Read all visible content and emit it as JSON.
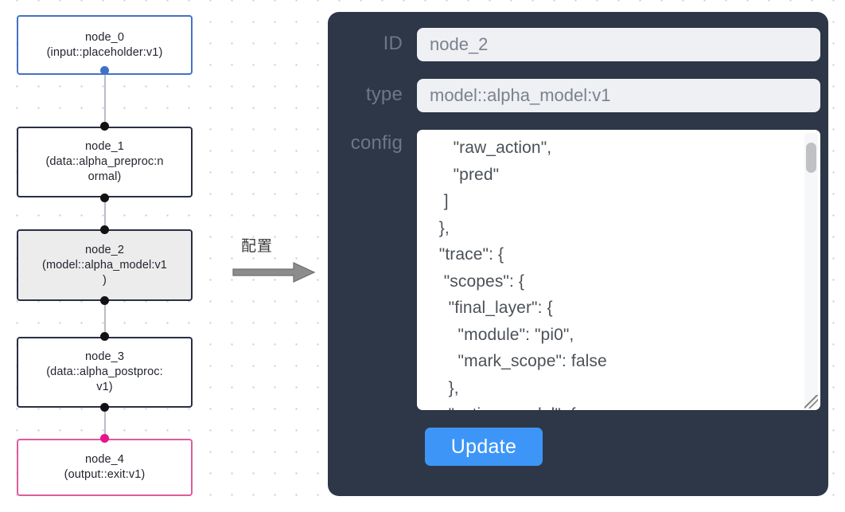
{
  "graph": {
    "nodes": [
      {
        "id": "node_0",
        "label": "node_0\n(input::placeholder:v1)",
        "state": "input",
        "border_color": "#4572c4"
      },
      {
        "id": "node_1",
        "label": "node_1\n(data::alpha_preproc:n\normal)",
        "state": "default",
        "border_color": "#2a2f45"
      },
      {
        "id": "node_2",
        "label": "node_2\n(model::alpha_model:v1\n)",
        "state": "selected",
        "border_color": "#2a2f45",
        "fill_color": "#ececec"
      },
      {
        "id": "node_3",
        "label": "node_3\n(data::alpha_postproc:\nv1)",
        "state": "default",
        "border_color": "#2a2f45"
      },
      {
        "id": "node_4",
        "label": "node_4\n(output::exit:v1)",
        "state": "output",
        "border_color": "#dd5c9c"
      }
    ],
    "edges": [
      {
        "from": "node_0",
        "to": "node_1"
      },
      {
        "from": "node_1",
        "to": "node_2"
      },
      {
        "from": "node_2",
        "to": "node_3"
      },
      {
        "from": "node_3",
        "to": "node_4"
      }
    ],
    "port_colors": {
      "default": "#121212",
      "input": "#3e72c8",
      "output": "#e8148c"
    }
  },
  "transition": {
    "label": "配置",
    "icon": "arrow-right-icon",
    "arrow_color": "#808080"
  },
  "panel": {
    "background_color": "#2e3747",
    "fields": {
      "id": {
        "label": "ID",
        "value": "node_2"
      },
      "type": {
        "label": "type",
        "value": "model::alpha_model:v1"
      },
      "config": {
        "label": "config",
        "value": "      \"raw_action\",\n      \"pred\"\n    ]\n   },\n   \"trace\": {\n    \"scopes\": {\n     \"final_layer\": {\n       \"module\": \"pi0\",\n       \"mark_scope\": false\n     },\n     \"action_model\": {"
      }
    },
    "update_button": {
      "label": "Update",
      "color": "#3d96f7"
    },
    "scrollbar": {
      "name": "config-scrollbar"
    }
  }
}
